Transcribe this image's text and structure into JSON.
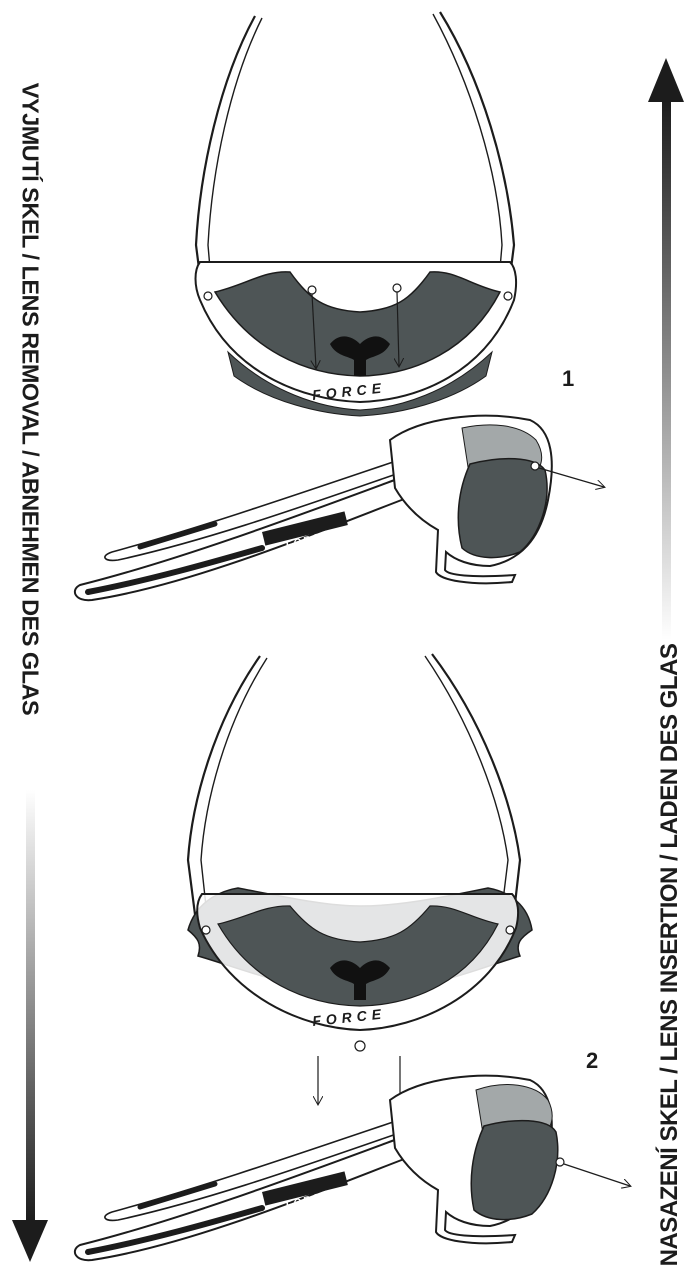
{
  "left_label": "VYJMUTÍ SKEL / LENS REMOVAL / ABNEHMEN DES GLAS",
  "right_label": "NASAZENÍ SKEL / LENS INSERTION / LADEN DES GLAS",
  "steps": [
    "1",
    "2"
  ],
  "brand": "FORCE",
  "colors": {
    "ink": "#1c1c1c",
    "lens_dark": "#4e5556",
    "lens_light": "#a3a8a9",
    "nose_pad": "#111111"
  }
}
